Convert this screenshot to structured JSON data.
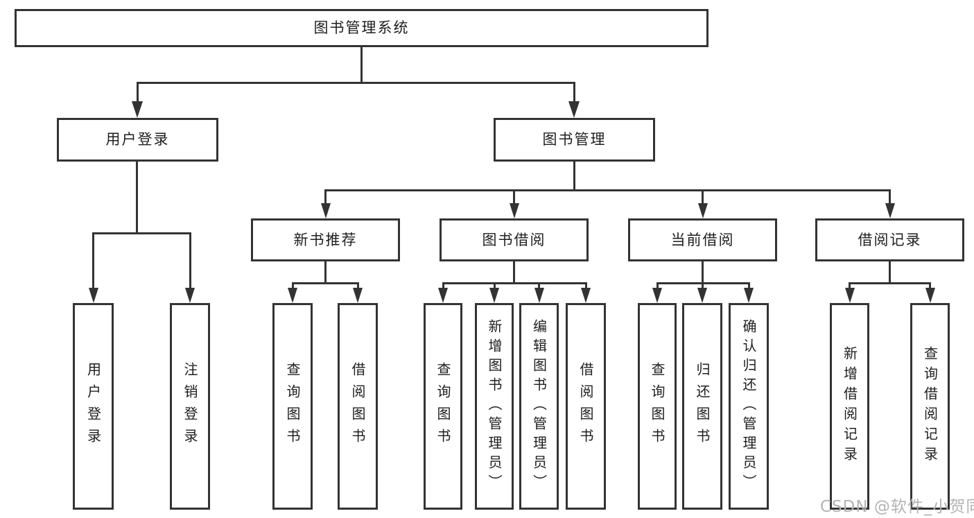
{
  "tree": {
    "label": "图书管理系统",
    "children": [
      {
        "label": "用户登录",
        "children": [
          {
            "label": "用户登录"
          },
          {
            "label": "注销登录"
          }
        ]
      },
      {
        "label": "图书管理",
        "children": [
          {
            "label": "新书推荐",
            "children": [
              {
                "label": "查询图书"
              },
              {
                "label": "借阅图书"
              }
            ]
          },
          {
            "label": "图书借阅",
            "children": [
              {
                "label": "查询图书"
              },
              {
                "label": "新增图书（管理员）"
              },
              {
                "label": "编辑图书（管理员）"
              },
              {
                "label": "借阅图书"
              }
            ]
          },
          {
            "label": "当前借阅",
            "children": [
              {
                "label": "查询图书"
              },
              {
                "label": "归还图书"
              },
              {
                "label": "确认归还（管理员）"
              }
            ]
          },
          {
            "label": "借阅记录",
            "children": [
              {
                "label": "新增借阅记录"
              },
              {
                "label": "查询借阅记录"
              }
            ]
          }
        ]
      }
    ]
  },
  "watermark": {
    "text": "CSDN @软件_小贺同学"
  },
  "colors": {
    "line": "#333333",
    "text": "#1e1e1e",
    "background": "#ffffff",
    "watermark": "#b3b3b3"
  }
}
